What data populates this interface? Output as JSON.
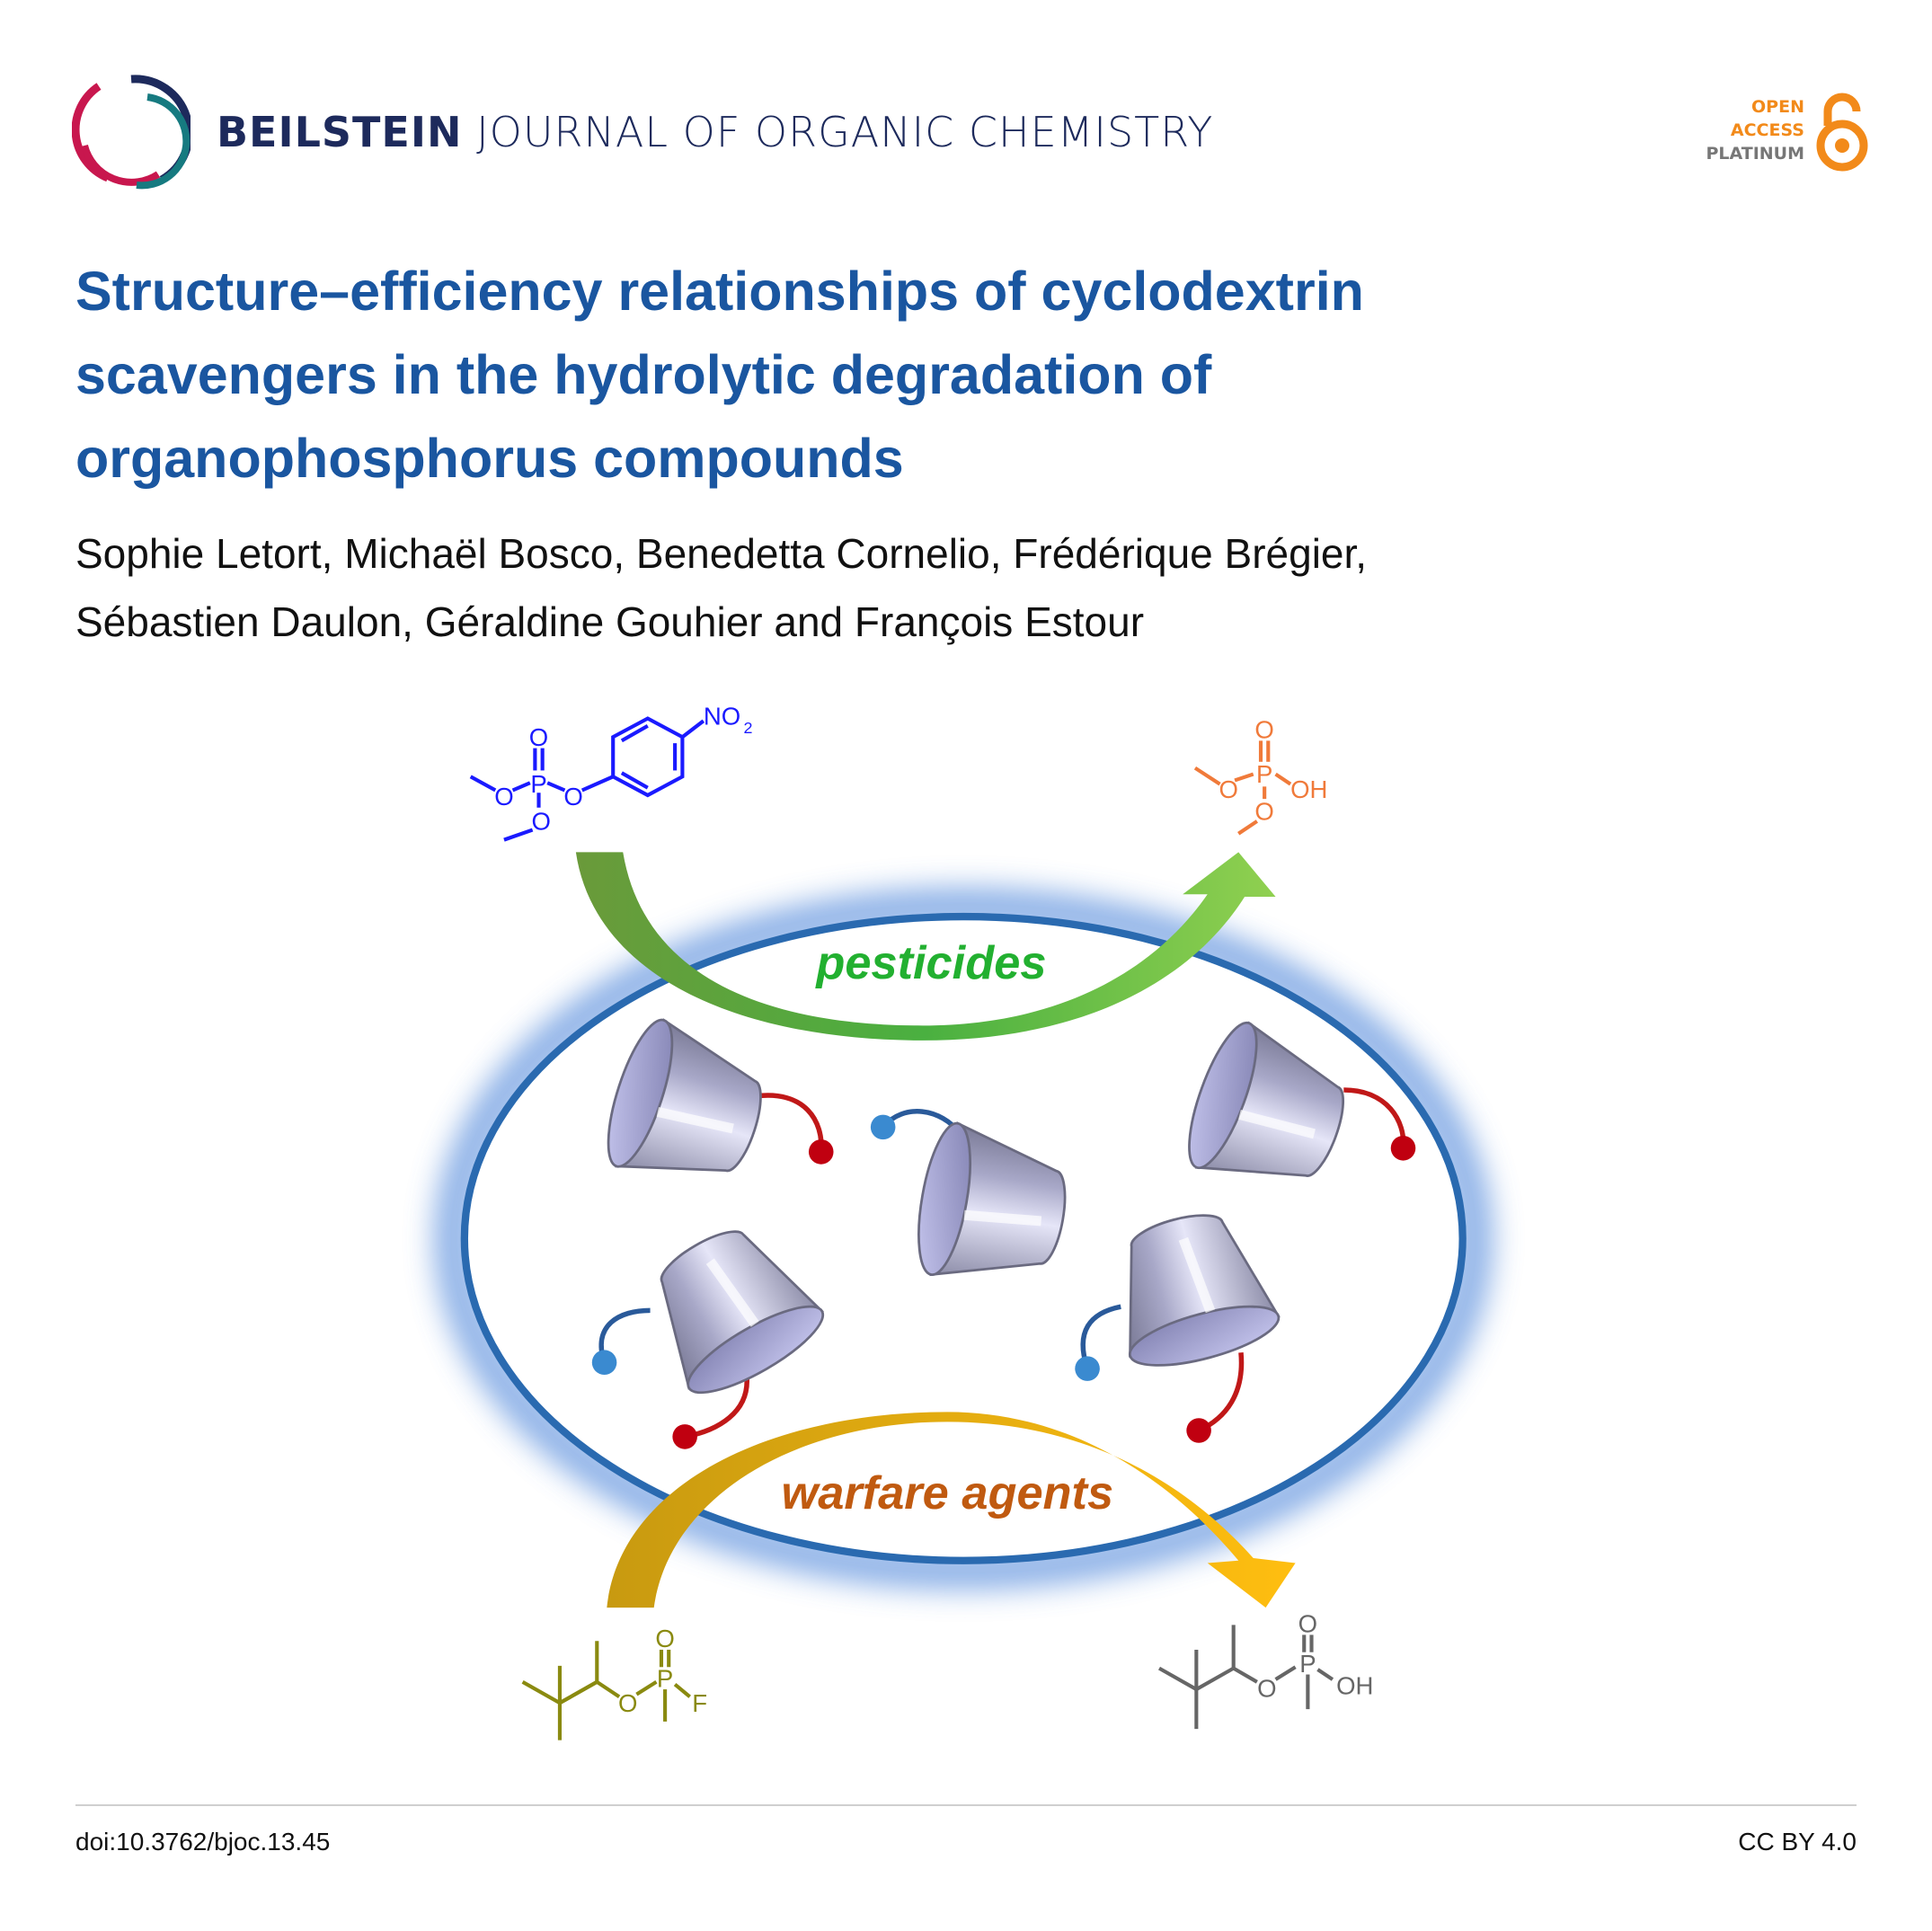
{
  "header": {
    "journal_bold": "BEILSTEIN",
    "journal_rest": "JOURNAL OF ORGANIC CHEMISTRY",
    "badge": {
      "line1": "OPEN",
      "line2": "ACCESS",
      "line3": "PLATINUM"
    }
  },
  "article": {
    "title": "Structure–efficiency relationships of cyclodextrin scavengers in the hydrolytic degradation of organophosphorus compounds",
    "authors_line1": "Sophie Letort, Michaël Bosco, Benedetta Cornelio, Frédérique Brégier,",
    "authors_line2": "Sébastien Daulon, Géraldine Gouhier and François Estour"
  },
  "figure": {
    "label_top": "pesticides",
    "label_bottom": "warfare agents",
    "chem": {
      "O": "O",
      "P": "P",
      "NO2": "NO",
      "NO2_sub": "2",
      "OH": "OH",
      "F": "F"
    },
    "colors": {
      "pesticide": "#1a1aff",
      "product_top": "#f07a3a",
      "warfare": "#8a8a10",
      "product_bottom": "#666666",
      "green": "#22b030",
      "orange": "#c05a10",
      "ellipse": "#2a6ab0"
    }
  },
  "footer": {
    "doi": "doi:10.3762/bjoc.13.45",
    "license": "CC BY 4.0"
  }
}
